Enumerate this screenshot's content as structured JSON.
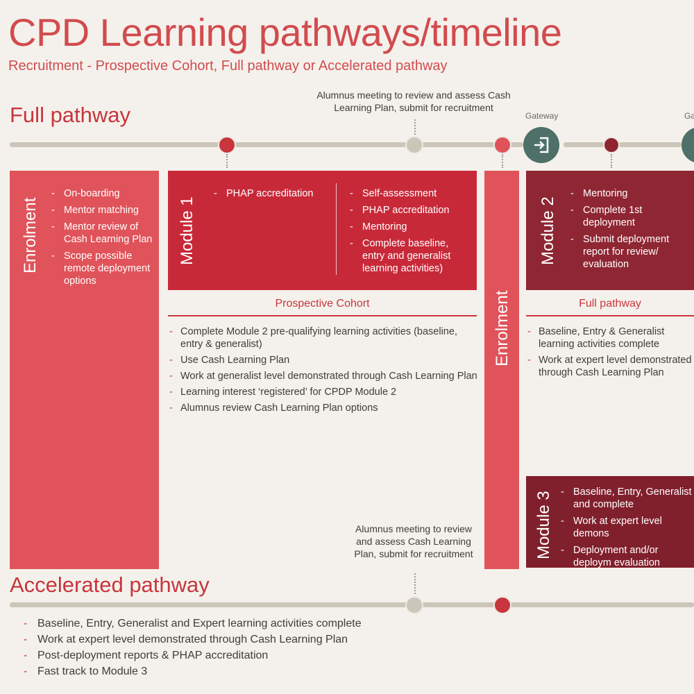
{
  "title": "CPD Learning pathways/timeline",
  "subtitle": "Recruitment - Prospective Cohort, Full pathway or Accelerated pathway",
  "full_pathway": {
    "heading": "Full pathway",
    "alumnus_note": "Alumnus meeting to review and assess Cash Learning Plan, submit for recruitment",
    "gateway_label": "Gateway",
    "gateway_label_2": "Ga",
    "gateway_icon": "enter-gateway-icon"
  },
  "enrolment_block": {
    "label": "Enrolment",
    "items": [
      "On-boarding",
      "Mentor matching",
      "Mentor review of Cash Learning Plan",
      "Scope possible remote deployment options"
    ]
  },
  "module1": {
    "label": "Module 1",
    "left_items": [
      "PHAP accreditation"
    ],
    "right_items": [
      "Self-assessment",
      "PHAP accreditation",
      "Mentoring",
      "Complete baseline, entry and generalist learning activities)"
    ]
  },
  "prospective_cohort": {
    "heading": "Prospective Cohort",
    "items": [
      "Complete Module 2 pre-qualifying learning activities (baseline, entry & generalist)",
      "Use Cash Learning Plan",
      "Work at generalist level demonstrated through Cash Learning Plan",
      "Learning interest ‘registered’ for CPDP Module 2",
      "Alumnus review Cash Learning Plan options"
    ]
  },
  "enrolment_column": {
    "label": "Enrolment"
  },
  "module2": {
    "label": "Module 2",
    "items": [
      "Mentoring",
      "Complete 1st deployment",
      "Submit deployment report for review/ evaluation"
    ]
  },
  "full_pathway_col": {
    "heading": "Full pathway",
    "items": [
      "Baseline, Entry & Generalist learning activities complete",
      "Work at expert level demonstrated through Cash Learning Plan"
    ]
  },
  "module3": {
    "label": "Module 3",
    "items": [
      "Baseline, Entry, Generalist and complete",
      "Work at expert level demons",
      "Deployment and/or deploym evaluation"
    ]
  },
  "accelerated_pathway": {
    "heading": "Accelerated pathway",
    "alumnus_note": "Alumnus meeting to review and assess Cash Learning Plan, submit for recruitment",
    "items": [
      "Baseline, Entry, Generalist and Expert learning activities complete",
      "Work at expert level demonstrated through Cash Learning Plan",
      "Post-deployment reports & PHAP accreditation",
      "Fast track to Module 3"
    ]
  },
  "colors": {
    "accent": "#d24b4e",
    "enrolment": "#e0535a",
    "module1": "#c82939",
    "module2": "#8f2633",
    "module3": "#80202c",
    "gateway": "#4e7068",
    "timeline": "#cbc6b9"
  }
}
